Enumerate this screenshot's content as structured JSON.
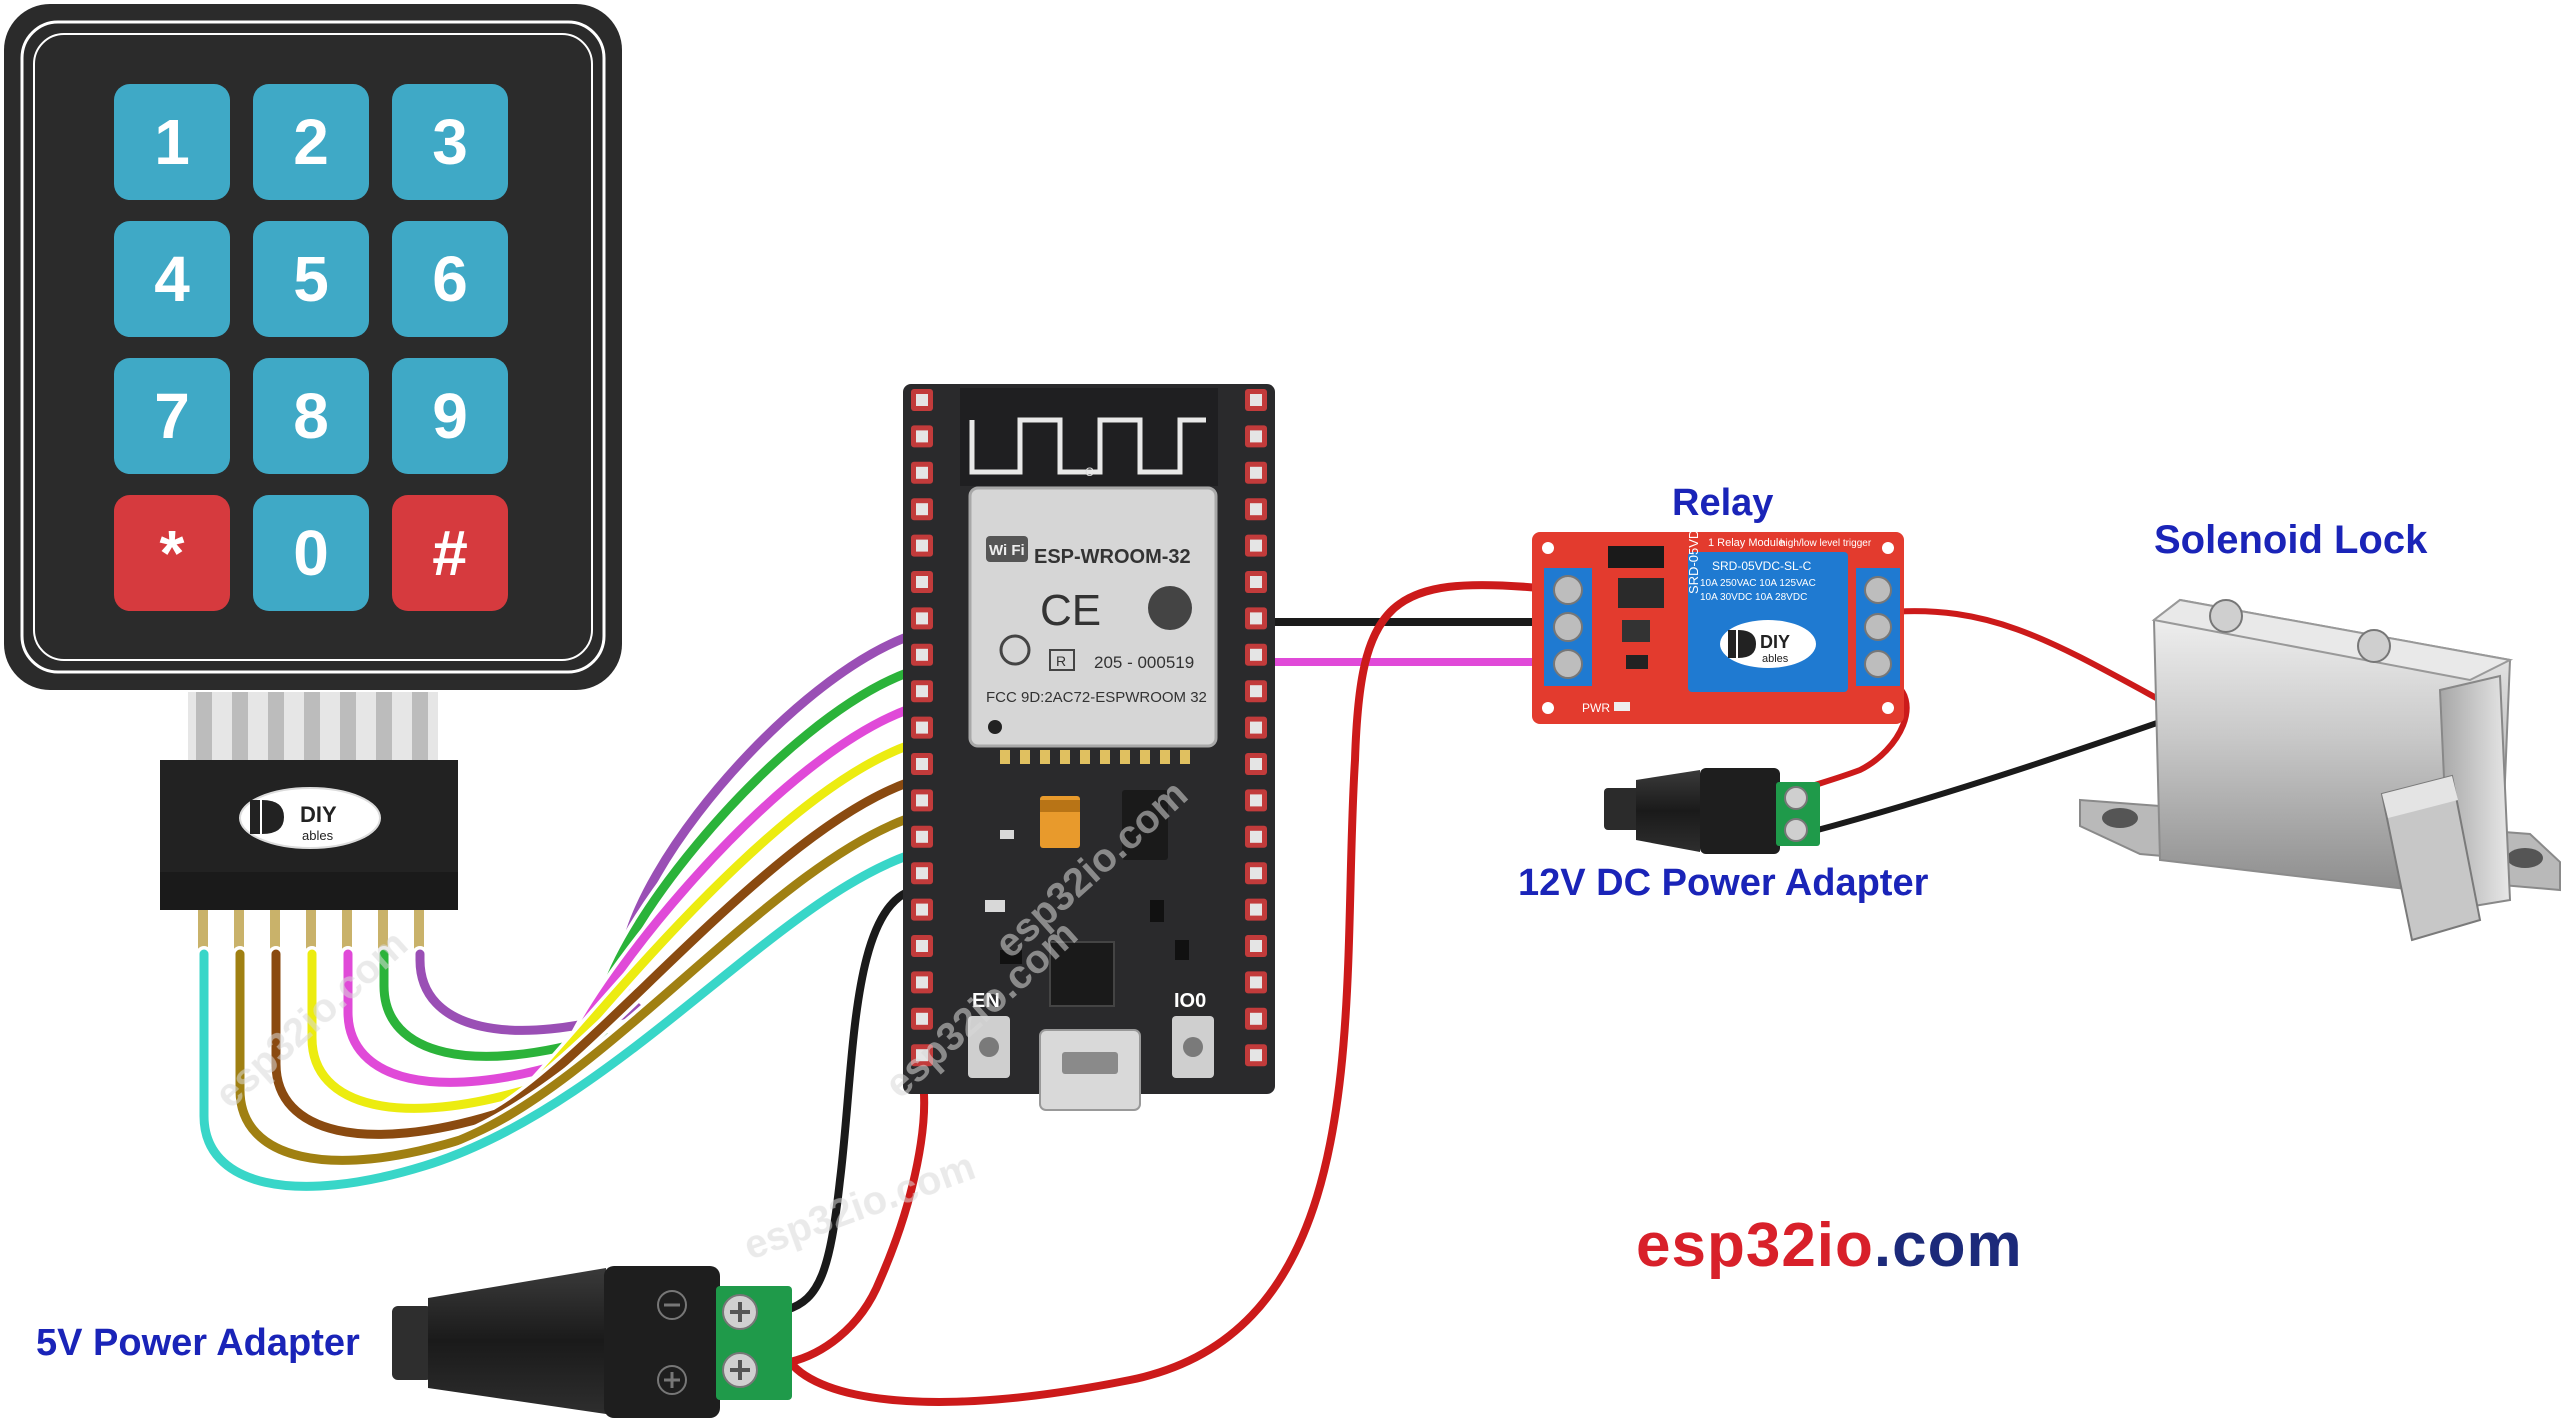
{
  "labels": {
    "relay": "Relay",
    "solenoid_lock": "Solenoid Lock",
    "power_12v": "12V DC Power Adapter",
    "power_5v": "5V Power Adapter"
  },
  "brand": {
    "part1": "esp32io",
    "part2": ".com"
  },
  "keypad": {
    "keys": [
      "1",
      "2",
      "3",
      "4",
      "5",
      "6",
      "7",
      "8",
      "9",
      "*",
      "0",
      "#"
    ],
    "logo_text": "DIY",
    "logo_sub": "ables"
  },
  "esp32": {
    "module_name": "ESP-WROOM-32",
    "wifi_text": "Wi Fi",
    "code": "205 - 000519",
    "fcc": "FCC 9D:2AC72-ESPWROOM 32",
    "r_mark": "R",
    "c_mark": "C",
    "ce_mark": "CE",
    "btn_en": "EN",
    "btn_io0": "IO0"
  },
  "relay_module": {
    "relay_text1": "SRD-05VDC-SL-C",
    "relay_text2": "10A 250VAC 10A 125VAC",
    "relay_text3": "10A 30VDC 10A 28VDC",
    "board_text": "1 Relay Module",
    "board_text2": "high/low level trigger",
    "logo_text": "DIY",
    "logo_sub": "ables",
    "pwr": "PWR"
  },
  "watermarks": [
    "esp32io.com",
    "esp32io.com",
    "esp32io.com",
    "esp32io.com"
  ],
  "colors": {
    "keypad_blue": "#3fa9c6",
    "keypad_red": "#d63a3e",
    "board": "#2a2a2c",
    "relay_board": "#e33b2e",
    "relay_blue": "#1f7ad1",
    "terminal_green": "#1f9a4a",
    "wire_red": "#cc1a1a",
    "wire_black": "#1a1a1a",
    "wire_magenta": "#e04ad8",
    "wire_purple": "#9a4fb5",
    "wire_green": "#2bb33a",
    "wire_yellow": "#ecec10",
    "wire_brown": "#8a4a10",
    "wire_olive": "#a08012",
    "wire_cyan": "#38d6c8",
    "label_blue": "#1a24b8",
    "brand_red": "#d8202a",
    "brand_navy": "#1c2a7a"
  }
}
